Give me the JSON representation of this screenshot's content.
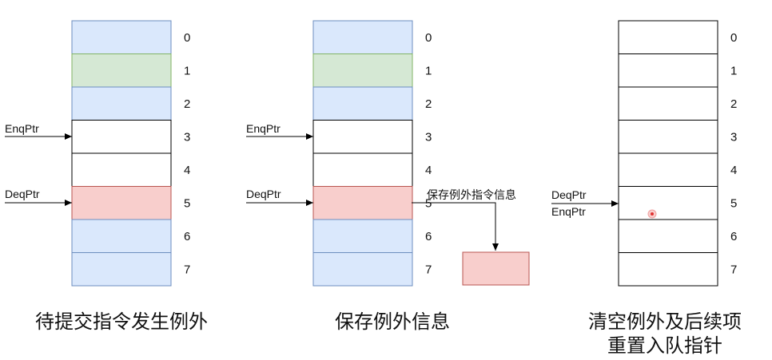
{
  "colors": {
    "blue": "#dae8fc",
    "blue_stroke": "#6c8ebf",
    "green": "#d5e8d4",
    "green_stroke": "#82b366",
    "red": "#f8cecc",
    "red_stroke": "#b85450",
    "white": "#ffffff",
    "black_stroke": "#000000"
  },
  "panels": [
    {
      "cells": [
        "blue",
        "green",
        "blue",
        "white",
        "white",
        "red",
        "blue",
        "blue"
      ],
      "indices": [
        "0",
        "1",
        "2",
        "3",
        "4",
        "5",
        "6",
        "7"
      ],
      "pointers": [
        {
          "label": "EnqPtr",
          "row": 3
        },
        {
          "label": "DeqPtr",
          "row": 5
        }
      ],
      "caption": "待提交指令发生例外"
    },
    {
      "cells": [
        "blue",
        "green",
        "blue",
        "white",
        "white",
        "red",
        "blue",
        "blue"
      ],
      "indices": [
        "0",
        "1",
        "2",
        "3",
        "4",
        "5",
        "6",
        "7"
      ],
      "pointers": [
        {
          "label": "EnqPtr",
          "row": 3
        },
        {
          "label": "DeqPtr",
          "row": 5
        }
      ],
      "note": "保存例外指令信息",
      "caption": "保存例外信息"
    },
    {
      "cells": [
        "white",
        "white",
        "white",
        "white",
        "white",
        "white",
        "white",
        "white"
      ],
      "indices": [
        "0",
        "1",
        "2",
        "3",
        "4",
        "5",
        "6",
        "7"
      ],
      "pointers": [
        {
          "label": "DeqPtr",
          "row": 5,
          "overline": false
        },
        {
          "label": "EnqPtr",
          "row": 5,
          "overline": true
        }
      ],
      "caption": [
        "清空例外及后续项",
        "重置入队指针"
      ]
    }
  ]
}
